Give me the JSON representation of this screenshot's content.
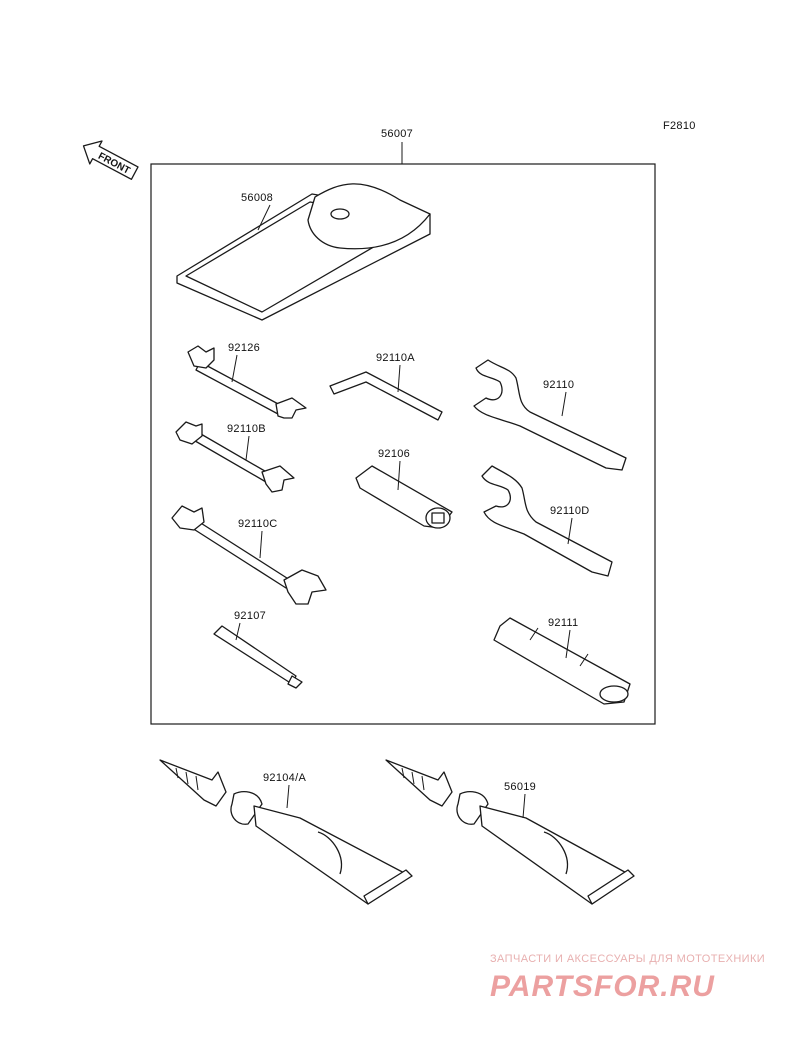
{
  "figure_code": "F2810",
  "front_label": "FRONT",
  "parts": {
    "kit": "56007",
    "pouch": "56008",
    "wrench_a": "92126",
    "wrench_b": "92110B",
    "wrench_c": "92110C",
    "hex_key": "92110A",
    "socket": "92106",
    "hook_spanner_a": "92110",
    "hook_spanner_b": "92110D",
    "screwdriver_bit": "92107",
    "handle": "92111",
    "tube_a": "92104/A",
    "tube_b": "56019"
  },
  "watermark": {
    "tagline": "ЗАПЧАСТИ И АКСЕССУАРЫ ДЛЯ МОТОТЕХНИКИ",
    "brand": "PARTSFOR.RU"
  }
}
